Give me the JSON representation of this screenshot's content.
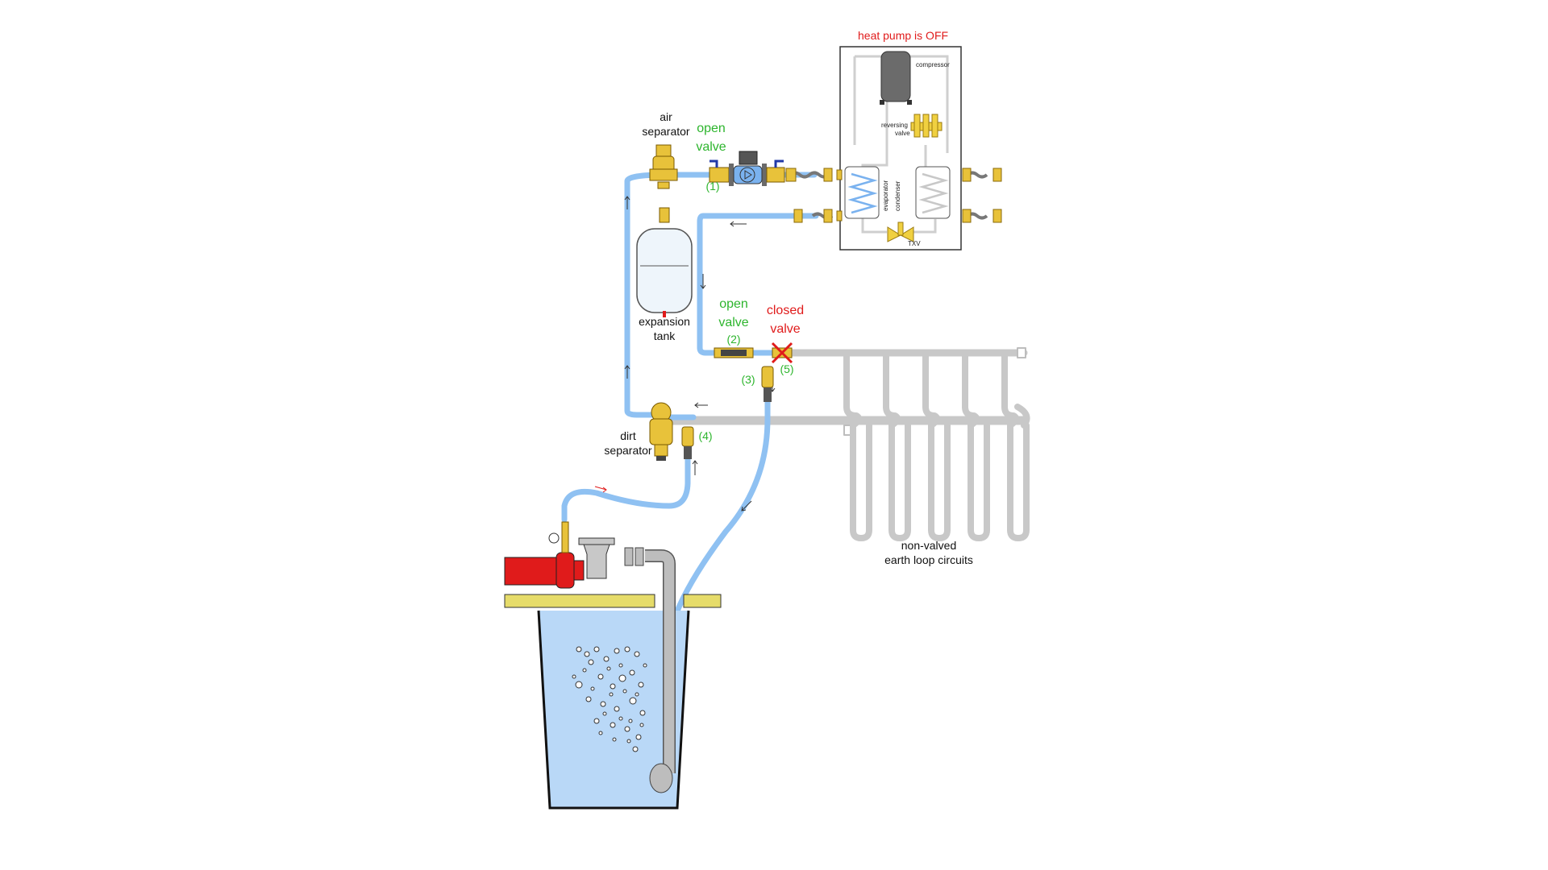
{
  "labels": {
    "heat_pump_status": "heat pump is OFF",
    "compressor": "compressor",
    "reversing_valve_1": "reversing",
    "reversing_valve_2": "valve",
    "evaporator": "evaporator",
    "condenser": "condenser",
    "txv": "TXV",
    "air_separator_1": "air",
    "air_separator_2": "separator",
    "open_valve_top_1": "open",
    "open_valve_top_2": "valve",
    "valve_1_num": "(1)",
    "expansion_tank_1": "expansion",
    "expansion_tank_2": "tank",
    "open_valve_mid_1": "open",
    "open_valve_mid_2": "valve",
    "valve_2_num": "(2)",
    "closed_valve_1": "closed",
    "closed_valve_2": "valve",
    "valve_3_num": "(3)",
    "valve_4_num": "(4)",
    "valve_5_num": "(5)",
    "dirt_separator_1": "dirt",
    "dirt_separator_2": "separator",
    "earth_loop_1": "non-valved",
    "earth_loop_2": "earth loop circuits"
  },
  "colors": {
    "active_pipe": "#8fc1f2",
    "inactive_pipe": "#c8c8c8",
    "brass": "#e8c23a",
    "open_label": "#2db52d",
    "closed_label": "#e01b1b",
    "water": "#b9d8f7",
    "pump_motor": "#e01b1b",
    "platform": "#e6dc6a"
  },
  "icons": [
    "air-separator-icon",
    "circulator-pump-icon",
    "expansion-tank-icon",
    "dirt-separator-icon",
    "ball-valve-icon",
    "closed-valve-x-icon",
    "purge-pump-icon",
    "bucket-icon",
    "compressor-icon",
    "reversing-valve-icon",
    "txv-icon"
  ]
}
